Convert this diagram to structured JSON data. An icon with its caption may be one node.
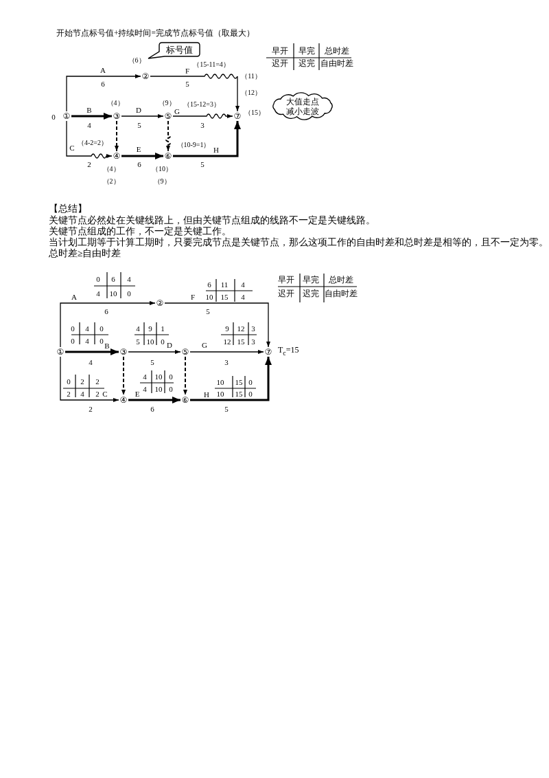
{
  "diagram": {
    "title": "开始节点标号值+持续时间=完成节点标号值（取最大）",
    "nodes": [
      {
        "text": [
          "①"
        ],
        "beside": [
          "0"
        ]
      },
      {
        "text": [
          "②"
        ],
        "beside": [
          "（6）"
        ]
      },
      {
        "text": [
          "③"
        ],
        "beside": [
          "（4）"
        ]
      },
      {
        "text": [
          "④"
        ],
        "beside": [
          "（4）",
          "（2）"
        ]
      },
      {
        "text": [
          "⑤"
        ],
        "beside": [
          "（9）"
        ]
      },
      {
        "text": [
          "⑥"
        ],
        "beside": [
          "（10）",
          "（9）"
        ]
      },
      {
        "text": [
          "⑦"
        ],
        "beside": [
          "（15）"
        ]
      },
      {
        "text": [
          "标号值"
        ]
      },
      {
        "text": [
          "大值走点",
          "减小走波"
        ]
      },
      {
        "text": [
          "①"
        ]
      },
      {
        "text": [
          "②"
        ]
      },
      {
        "text": [
          "③"
        ]
      },
      {
        "text": [
          "④"
        ]
      },
      {
        "text": [
          "⑤"
        ]
      },
      {
        "text": [
          "⑥"
        ]
      },
      {
        "text": [
          "⑦"
        ],
        "beside": [
          "T$_{c}$=15"
        ]
      }
    ],
    "edges": [
      {
        "from": 0,
        "to": 1,
        "arrow": "to",
        "label": "A"
      },
      {
        "from": 1,
        "to": 6,
        "arrow": "to",
        "label": "F"
      },
      {
        "from": 0,
        "to": 2,
        "arrow": "to",
        "label": "B",
        "style": "thick"
      },
      {
        "from": 2,
        "to": 4,
        "arrow": "to",
        "label": "D"
      },
      {
        "from": 4,
        "to": 6,
        "arrow": "to",
        "label": "G"
      },
      {
        "from": 0,
        "to": 3,
        "arrow": "to",
        "label": "C"
      },
      {
        "from": 2,
        "to": 3,
        "arrow": "to",
        "style": "dashed"
      },
      {
        "from": 3,
        "to": 5,
        "arrow": "to",
        "label": "E",
        "style": "thick"
      },
      {
        "from": 4,
        "to": 5,
        "arrow": "to",
        "style": "dashed"
      },
      {
        "from": 5,
        "to": 6,
        "arrow": "to",
        "label": "H",
        "style": "thick"
      },
      {
        "from": 9,
        "to": 10,
        "arrow": "to",
        "label": "A"
      },
      {
        "from": 10,
        "to": 15,
        "arrow": "to",
        "label": "F"
      },
      {
        "from": 9,
        "to": 11,
        "arrow": "to",
        "label": "B",
        "style": "thick"
      },
      {
        "from": 11,
        "to": 13,
        "arrow": "to",
        "label": "D"
      },
      {
        "from": 13,
        "to": 15,
        "arrow": "to",
        "label": "G"
      },
      {
        "from": 9,
        "to": 12,
        "arrow": "to",
        "label": "C"
      },
      {
        "from": 11,
        "to": 12,
        "arrow": "to",
        "style": "dashed"
      },
      {
        "from": 12,
        "to": 14,
        "arrow": "to",
        "label": "E",
        "style": "thick"
      },
      {
        "from": 13,
        "to": 14,
        "arrow": "to",
        "style": "dashed"
      },
      {
        "from": 14,
        "to": 15,
        "arrow": "to",
        "label": "H",
        "style": "thick"
      }
    ],
    "labels": [
      "早开",
      "早完",
      "总时差",
      "（15-11=4）",
      "迟开",
      "迟完",
      "自由时差",
      "（11）",
      "6",
      "5",
      "（12）",
      "（15-12=3）",
      "4",
      "5",
      "3",
      "（4-2=2）",
      "（10-9=1）",
      "2",
      "6",
      "5",
      "【总结】",
      "关键节点必然处在关键线路上，但由关键节点组成的线路不一定是关键线路。",
      "关键节点组成的工作，不一定是关键工作。",
      "当计划工期等于计算工期时，只要完成节点是关键节点，那么这项工作的自由时差和总时差是相等的，且不一定为零。",
      "总时差≥自由时差",
      "0",
      "6",
      "4",
      "6",
      "11",
      "4",
      "早开",
      "早完",
      "总时差",
      "4",
      "10",
      "0",
      "10",
      "15",
      "4",
      "迟开",
      "迟完",
      "自由时差",
      "6",
      "5",
      "0",
      "4",
      "0",
      "4",
      "9",
      "1",
      "9",
      "12",
      "3",
      "0",
      "4",
      "0",
      "5",
      "10",
      "0",
      "12",
      "15",
      "3",
      "4",
      "5",
      "3",
      "0",
      "2",
      "2",
      "4",
      "10",
      "0",
      "10",
      "15",
      "0",
      "2",
      "4",
      "2",
      "4",
      "10",
      "0",
      "10",
      "15",
      "0",
      "2",
      "6",
      "5"
    ]
  }
}
